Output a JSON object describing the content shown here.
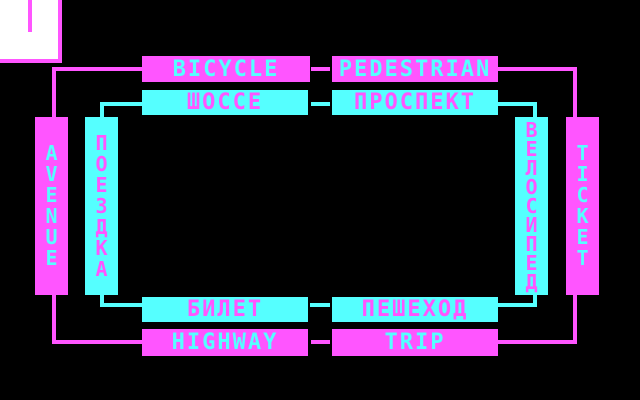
{
  "palette": {
    "background": "#000000",
    "magenta": "#FF55FF",
    "cyan": "#55FFFF",
    "white": "#FFFFFF"
  },
  "icons": {
    "top_left_cursor": "white-square-with-notch"
  },
  "cards": {
    "top_outer": [
      "BICYCLE",
      "PEDESTRIAN"
    ],
    "top_inner": [
      "ШОССЕ",
      "ПРОСПЕКТ"
    ],
    "left_outer": "AVENUE",
    "left_inner": "ПОЕЗДКА",
    "right_inner": "ВЕЛОСИПЕД",
    "right_outer": "TICKET",
    "bottom_inner": [
      "БИЛЕТ",
      "ПЕШЕХОД"
    ],
    "bottom_outer": [
      "HIGHWAY",
      "TRIP"
    ]
  }
}
